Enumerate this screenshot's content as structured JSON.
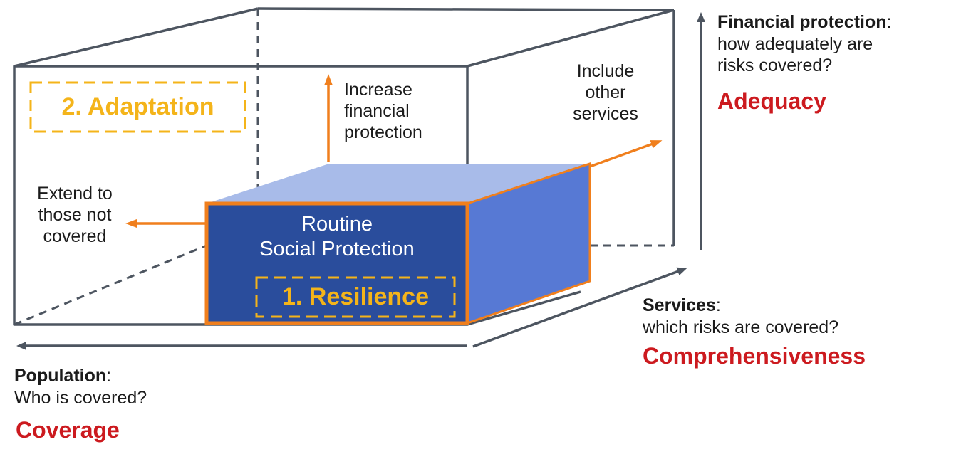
{
  "axes": {
    "financial_protection": {
      "term": "Financial protection",
      "punct": ":",
      "question_line1": "how adequately are",
      "question_line2": "risks covered?",
      "outcome": "Adequacy"
    },
    "services": {
      "term": "Services",
      "punct": ":",
      "question": "which risks are covered?",
      "outcome": "Comprehensiveness"
    },
    "population": {
      "term": "Population",
      "punct": ":",
      "question": "Who is covered?",
      "outcome": "Coverage"
    }
  },
  "directions": {
    "increase": [
      "Increase",
      "financial",
      "protection"
    ],
    "include": [
      "Include",
      "other",
      "services"
    ],
    "extend": [
      "Extend to",
      "those not",
      "covered"
    ]
  },
  "inner_box": {
    "line1": "Routine",
    "line2": "Social Protection"
  },
  "tags": {
    "adaptation": "2. Adaptation",
    "resilience": "1. Resilience"
  },
  "colors": {
    "outline": "#4d5560",
    "arrow_orange": "#f07f1d",
    "dashed_yellow": "#f4b41a",
    "box_front": "#2a4d9c",
    "box_side": "#5779d4",
    "box_top": "#a8bbe9",
    "red_text": "#cc1a1f"
  }
}
